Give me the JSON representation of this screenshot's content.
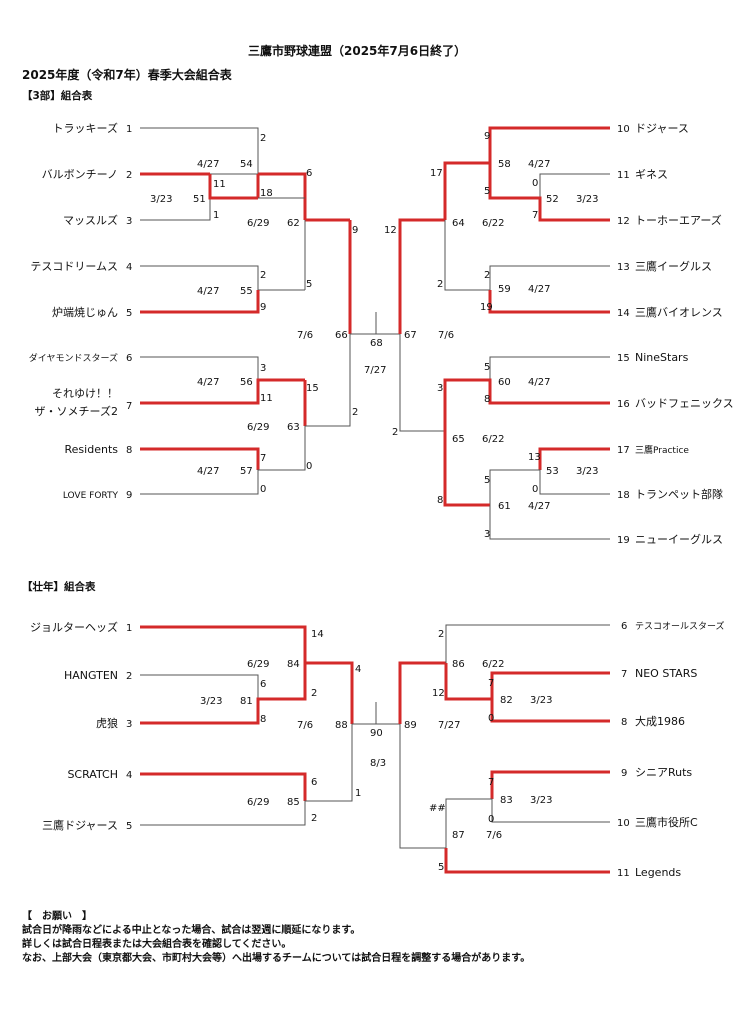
{
  "title": "三鷹市野球連盟（2025年7月6日終了）",
  "subtitle": "2025年度（令和7年）春季大会組合表",
  "sections": [
    {
      "header": "【3部】組合表",
      "left": [
        {
          "no": "1",
          "name": "トラッキーズ"
        },
        {
          "no": "2",
          "name": "バルボンチーノ"
        },
        {
          "no": "3",
          "name": "マッスルズ"
        },
        {
          "no": "4",
          "name": "テスコドリームス"
        },
        {
          "no": "5",
          "name": "炉端焼じゅん"
        },
        {
          "no": "6",
          "name": "ダイヤモンドスターズ"
        },
        {
          "no": "7",
          "name": "それゆけ！！\nザ・ソメチーズ2"
        },
        {
          "no": "8",
          "name": "Residents"
        },
        {
          "no": "9",
          "name": "LOVE FORTY"
        }
      ],
      "right": [
        {
          "no": "10",
          "name": "ドジャース"
        },
        {
          "no": "11",
          "name": "ギネス"
        },
        {
          "no": "12",
          "name": "トーホーエアーズ"
        },
        {
          "no": "13",
          "name": "三鷹イーグルス"
        },
        {
          "no": "14",
          "name": "三鷹バイオレンス"
        },
        {
          "no": "15",
          "name": "NineStars"
        },
        {
          "no": "16",
          "name": "バッドフェニックス"
        },
        {
          "no": "17",
          "name": "三鷹Practice"
        },
        {
          "no": "18",
          "name": "トランペット部隊"
        },
        {
          "no": "19",
          "name": "ニューイーグルス"
        }
      ]
    },
    {
      "header": "【壮年】組合表",
      "left": [
        {
          "no": "1",
          "name": "ジョルターヘッズ"
        },
        {
          "no": "2",
          "name": "HANGTEN"
        },
        {
          "no": "3",
          "name": "虎狼"
        },
        {
          "no": "4",
          "name": "SCRATCH"
        },
        {
          "no": "5",
          "name": "三鷹ドジャース"
        }
      ],
      "right": [
        {
          "no": "6",
          "name": "テスコオールスターズ"
        },
        {
          "no": "7",
          "name": "NEO STARS"
        },
        {
          "no": "8",
          "name": "大成1986"
        },
        {
          "no": "9",
          "name": "シニアRuts"
        },
        {
          "no": "10",
          "name": "三鷹市役所C"
        },
        {
          "no": "11",
          "name": "Legends"
        }
      ]
    }
  ],
  "bracket_texts": [
    [
      "2",
      260,
      137
    ],
    [
      "54",
      240,
      163
    ],
    [
      "11",
      213,
      183
    ],
    [
      "4/27",
      197,
      163
    ],
    [
      "3/23",
      150,
      198
    ],
    [
      "51",
      193,
      198
    ],
    [
      "18",
      260,
      192
    ],
    [
      "1",
      213,
      214
    ],
    [
      "6/29",
      247,
      222
    ],
    [
      "62",
      287,
      222
    ],
    [
      "6",
      306,
      172
    ],
    [
      "2",
      260,
      274
    ],
    [
      "4/27",
      197,
      290
    ],
    [
      "55",
      240,
      290
    ],
    [
      "9",
      260,
      306
    ],
    [
      "5",
      306,
      283
    ],
    [
      "9",
      352,
      229
    ],
    [
      "7/6",
      297,
      334
    ],
    [
      "66",
      335,
      334
    ],
    [
      "3",
      260,
      367
    ],
    [
      "4/27",
      197,
      381
    ],
    [
      "56",
      240,
      381
    ],
    [
      "11",
      260,
      397
    ],
    [
      "15",
      306,
      387
    ],
    [
      "6/29",
      247,
      426
    ],
    [
      "63",
      287,
      426
    ],
    [
      "7",
      260,
      457
    ],
    [
      "4/27",
      197,
      470
    ],
    [
      "57",
      240,
      470
    ],
    [
      "0",
      260,
      488
    ],
    [
      "0",
      306,
      465
    ],
    [
      "2",
      352,
      411
    ],
    [
      "68",
      370,
      342
    ],
    [
      "7/27",
      364,
      369
    ],
    [
      "67",
      404,
      334
    ],
    [
      "7/6",
      438,
      334
    ],
    [
      "12",
      384,
      229
    ],
    [
      "9",
      484,
      135
    ],
    [
      "58",
      498,
      163
    ],
    [
      "4/27",
      528,
      163
    ],
    [
      "5",
      484,
      190
    ],
    [
      "0",
      532,
      182
    ],
    [
      "52",
      546,
      198
    ],
    [
      "3/23",
      576,
      198
    ],
    [
      "7",
      532,
      214
    ],
    [
      "17",
      430,
      172
    ],
    [
      "64",
      452,
      222
    ],
    [
      "6/22",
      482,
      222
    ],
    [
      "2",
      484,
      274
    ],
    [
      "59",
      498,
      288
    ],
    [
      "4/27",
      528,
      288
    ],
    [
      "19",
      480,
      306
    ],
    [
      "2",
      437,
      283
    ],
    [
      "5",
      484,
      366
    ],
    [
      "60",
      498,
      381
    ],
    [
      "4/27",
      528,
      381
    ],
    [
      "8",
      484,
      398
    ],
    [
      "3",
      437,
      387
    ],
    [
      "65",
      452,
      438
    ],
    [
      "6/22",
      482,
      438
    ],
    [
      "2",
      392,
      431
    ],
    [
      "13",
      528,
      456
    ],
    [
      "53",
      546,
      470
    ],
    [
      "3/23",
      576,
      470
    ],
    [
      "0",
      532,
      488
    ],
    [
      "5",
      484,
      479
    ],
    [
      "61",
      498,
      505
    ],
    [
      "4/27",
      528,
      505
    ],
    [
      "8",
      437,
      499
    ],
    [
      "3",
      484,
      533
    ],
    [
      "14",
      311,
      633
    ],
    [
      "6/29",
      247,
      663
    ],
    [
      "84",
      287,
      663
    ],
    [
      "6",
      260,
      683
    ],
    [
      "3/23",
      200,
      700
    ],
    [
      "81",
      240,
      700
    ],
    [
      "2",
      311,
      692
    ],
    [
      "8",
      260,
      718
    ],
    [
      "4",
      355,
      668
    ],
    [
      "7/6",
      297,
      724
    ],
    [
      "88",
      335,
      724
    ],
    [
      "6",
      311,
      781
    ],
    [
      "6/29",
      247,
      801
    ],
    [
      "85",
      287,
      801
    ],
    [
      "2",
      311,
      817
    ],
    [
      "1",
      355,
      792
    ],
    [
      "90",
      370,
      732
    ],
    [
      "8/3",
      370,
      762
    ],
    [
      "89",
      404,
      724
    ],
    [
      "7/27",
      438,
      724
    ],
    [
      "2",
      438,
      633
    ],
    [
      "86",
      452,
      663
    ],
    [
      "6/22",
      482,
      663
    ],
    [
      "7",
      488,
      682
    ],
    [
      "82",
      500,
      699
    ],
    [
      "3/23",
      530,
      699
    ],
    [
      "12",
      432,
      692
    ],
    [
      "0",
      488,
      717
    ],
    [
      "7",
      488,
      781
    ],
    [
      "83",
      500,
      799
    ],
    [
      "3/23",
      530,
      799
    ],
    [
      "0",
      488,
      818
    ],
    [
      "##",
      429,
      807
    ],
    [
      "87",
      452,
      834
    ],
    [
      "7/6",
      486,
      834
    ],
    [
      "5",
      438,
      866
    ]
  ],
  "notes": [
    "【　お願い　】",
    "試合日が降雨などによる中止となった場合、試合は翌週に順延になります。",
    "詳しくは試合日程表または大会組合表を確認してください。",
    "なお、上部大会（東京都大会、市町村大会等）へ出場するチームについては試合日程を調整する場合があります。"
  ]
}
